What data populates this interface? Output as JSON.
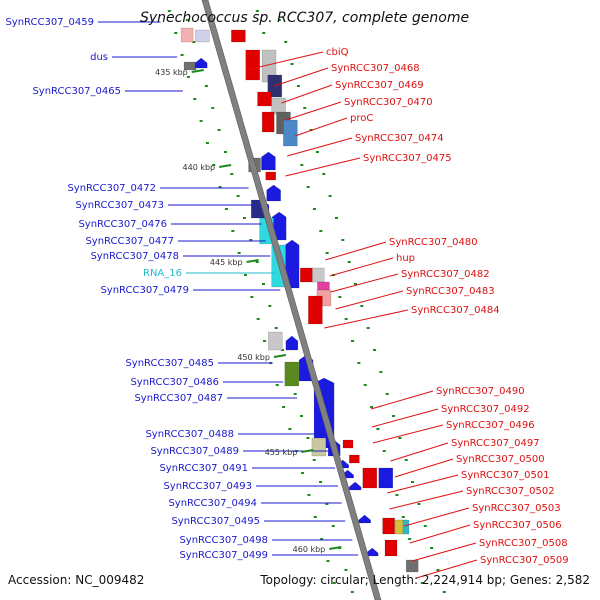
{
  "title": "Synechococcus sp. RCC307, complete genome",
  "footer": {
    "accession": "Accession: NC_009482",
    "topology": "Topology: circular; Length: 2,224,914 bp; Genes: 2,582"
  },
  "scale": [
    "435 kbp",
    "440 kbp",
    "445 kbp",
    "450 kbp",
    "455 kbp",
    "460 kbp"
  ],
  "colors": {
    "forward_label": "#1a1acc",
    "reverse_label": "#dd1111",
    "rna_label": "#22bbcc"
  },
  "left_labels": [
    {
      "text": "SynRCC307_0459",
      "color": "blue"
    },
    {
      "text": "dus",
      "color": "blue"
    },
    {
      "text": "SynRCC307_0465",
      "color": "blue"
    },
    {
      "text": "SynRCC307_0472",
      "color": "blue"
    },
    {
      "text": "SynRCC307_0473",
      "color": "blue"
    },
    {
      "text": "SynRCC307_0476",
      "color": "blue"
    },
    {
      "text": "SynRCC307_0477",
      "color": "blue"
    },
    {
      "text": "SynRCC307_0478",
      "color": "blue"
    },
    {
      "text": "RNA_16",
      "color": "cyan"
    },
    {
      "text": "SynRCC307_0479",
      "color": "blue"
    },
    {
      "text": "SynRCC307_0485",
      "color": "blue"
    },
    {
      "text": "SynRCC307_0486",
      "color": "blue"
    },
    {
      "text": "SynRCC307_0487",
      "color": "blue"
    },
    {
      "text": "SynRCC307_0488",
      "color": "blue"
    },
    {
      "text": "SynRCC307_0489",
      "color": "blue"
    },
    {
      "text": "SynRCC307_0491",
      "color": "blue"
    },
    {
      "text": "SynRCC307_0493",
      "color": "blue"
    },
    {
      "text": "SynRCC307_0494",
      "color": "blue"
    },
    {
      "text": "SynRCC307_0495",
      "color": "blue"
    },
    {
      "text": "SynRCC307_0498",
      "color": "blue"
    },
    {
      "text": "SynRCC307_0499",
      "color": "blue"
    }
  ],
  "right_labels": [
    {
      "text": "cbiQ"
    },
    {
      "text": "SynRCC307_0468"
    },
    {
      "text": "SynRCC307_0469"
    },
    {
      "text": "SynRCC307_0470"
    },
    {
      "text": "proC"
    },
    {
      "text": "SynRCC307_0474"
    },
    {
      "text": "SynRCC307_0475"
    },
    {
      "text": "SynRCC307_0480"
    },
    {
      "text": "hup"
    },
    {
      "text": "SynRCC307_0482"
    },
    {
      "text": "SynRCC307_0483"
    },
    {
      "text": "SynRCC307_0484"
    },
    {
      "text": "SynRCC307_0490"
    },
    {
      "text": "SynRCC307_0492"
    },
    {
      "text": "SynRCC307_0496"
    },
    {
      "text": "SynRCC307_0497"
    },
    {
      "text": "SynRCC307_0500"
    },
    {
      "text": "SynRCC307_0501"
    },
    {
      "text": "SynRCC307_0502"
    },
    {
      "text": "SynRCC307_0503"
    },
    {
      "text": "SynRCC307_0506"
    },
    {
      "text": "SynRCC307_0508"
    },
    {
      "text": "SynRCC307_0509"
    }
  ]
}
